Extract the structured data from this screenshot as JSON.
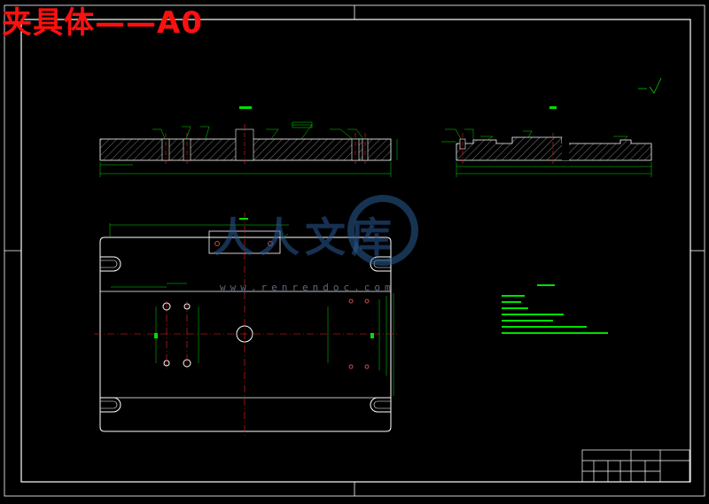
{
  "title": "夹具体——A0",
  "watermark": {
    "name": "人人文库",
    "url": "www.renrendoc.com"
  },
  "colors": {
    "frame": "#ffffff",
    "geometry": "#ffffff",
    "dimension": "#00e000",
    "centerline": "#ff2020",
    "title": "#ff1010",
    "hatch": "#ffffff"
  }
}
